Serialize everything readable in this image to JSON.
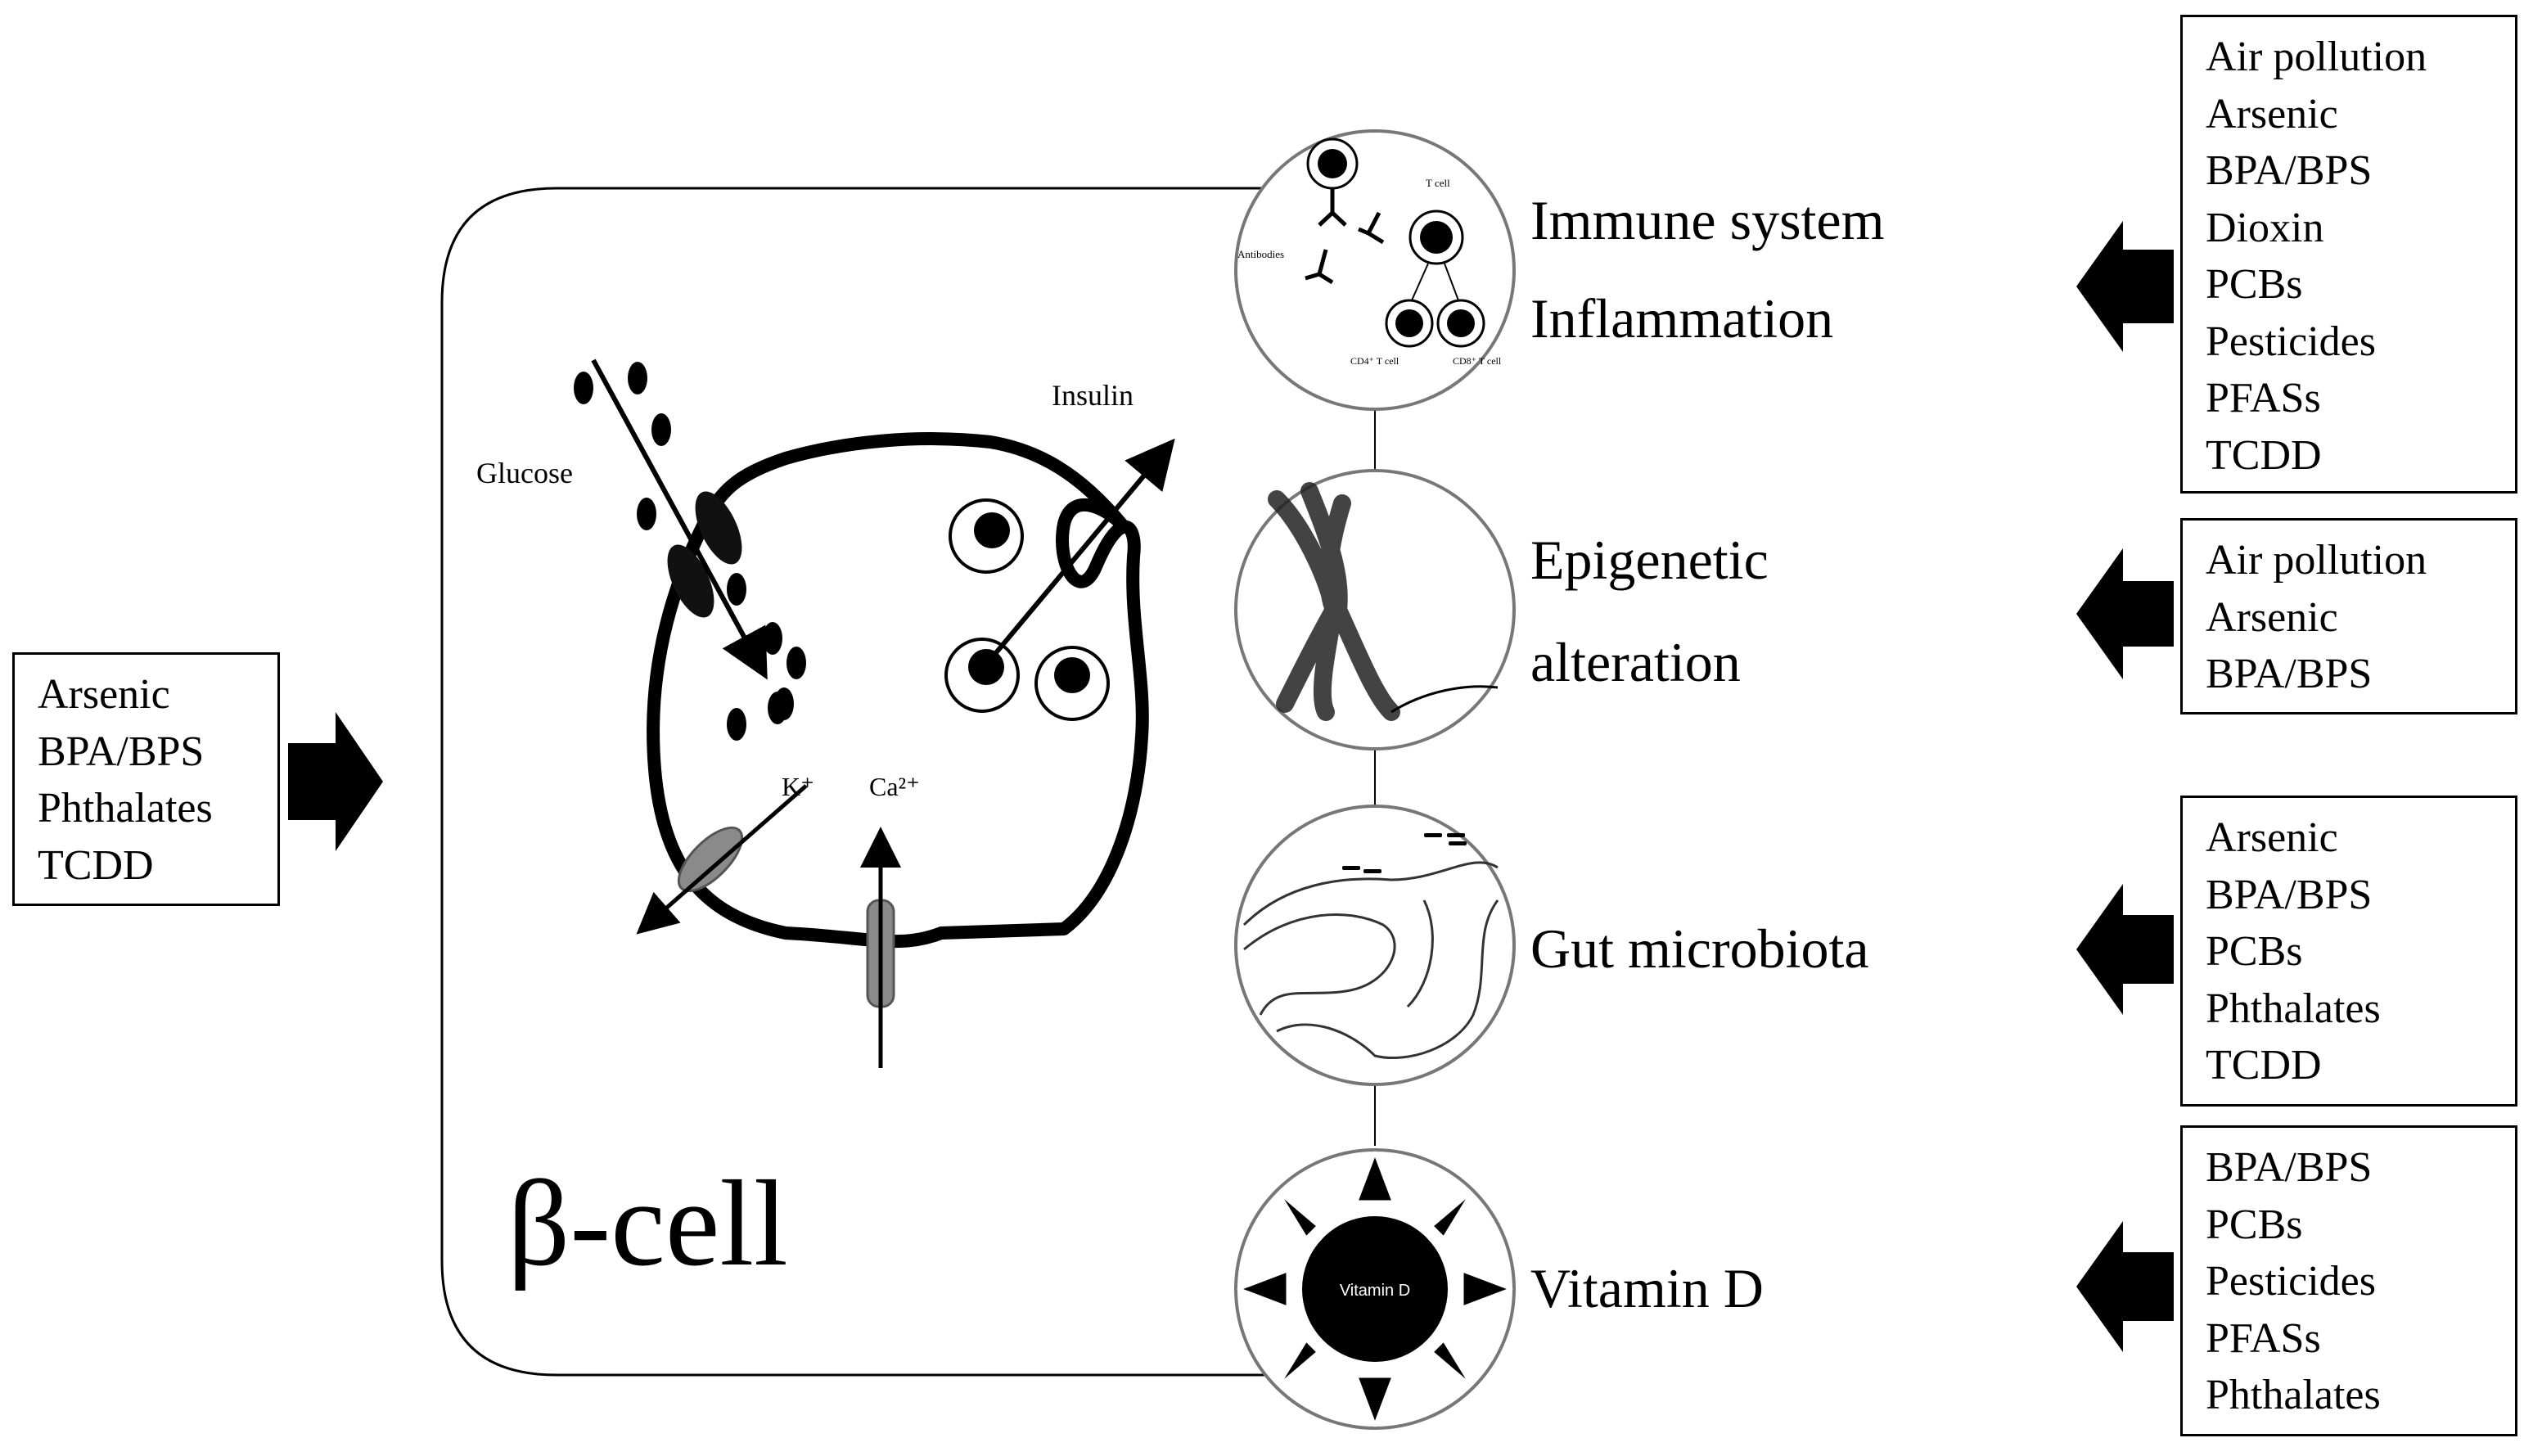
{
  "cell": {
    "title": "β-cell",
    "glucose_label": "Glucose",
    "insulin_label": "Insulin",
    "potassium_label": "K⁺",
    "calcium_label": "Ca²⁺"
  },
  "factors": [
    {
      "key": "immune",
      "lines": [
        "Immune system",
        "Inflammation"
      ],
      "inset_labels": [
        "T cell",
        "Antibodies",
        "CD4⁺ T cell",
        "CD8⁺ T cell"
      ]
    },
    {
      "key": "epigenetic",
      "lines": [
        "Epigenetic",
        "alteration"
      ]
    },
    {
      "key": "gut",
      "lines": [
        "Gut microbiota"
      ]
    },
    {
      "key": "vitamin-d",
      "lines": [
        "Vitamin D"
      ],
      "inset_label": "Vitamin D"
    }
  ],
  "left_box": {
    "items": [
      "Arsenic",
      "BPA/BPS",
      "Phthalates",
      "TCDD"
    ]
  },
  "right_boxes": [
    {
      "items": [
        "Air pollution",
        "Arsenic",
        "BPA/BPS",
        "Dioxin",
        "PCBs",
        "Pesticides",
        "PFASs",
        "TCDD"
      ]
    },
    {
      "items": [
        "Air pollution",
        "Arsenic",
        "BPA/BPS"
      ]
    },
    {
      "items": [
        "Arsenic",
        "BPA/BPS",
        "PCBs",
        "Phthalates",
        "TCDD"
      ]
    },
    {
      "items": [
        "BPA/BPS",
        "PCBs",
        "Pesticides",
        "PFASs",
        "Phthalates"
      ]
    }
  ]
}
